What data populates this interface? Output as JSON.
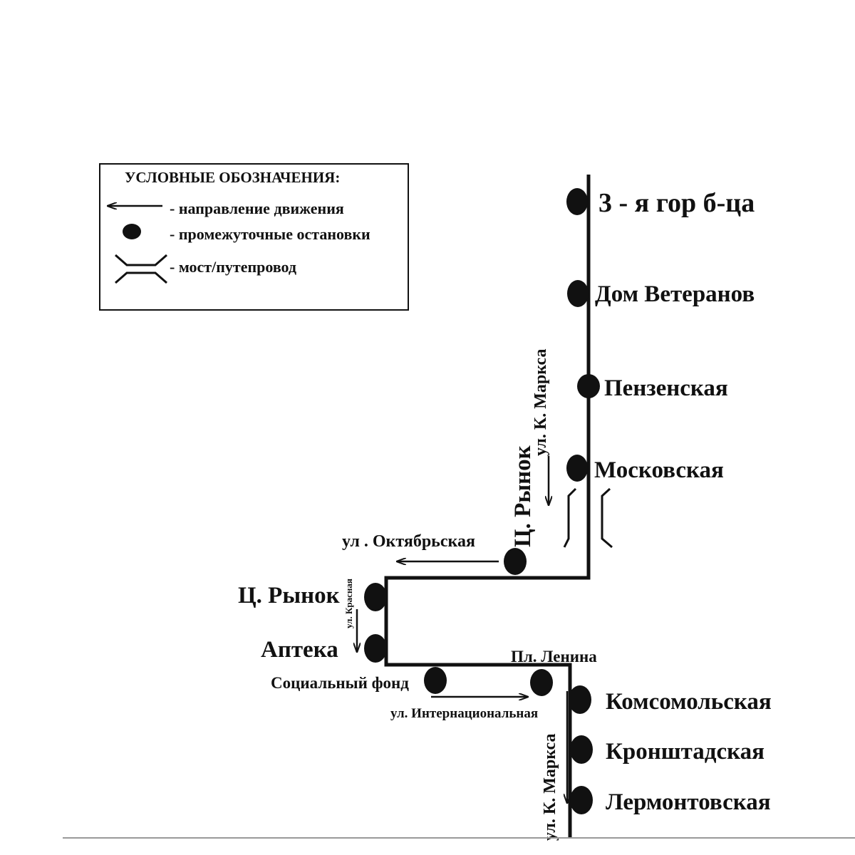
{
  "legend": {
    "title": "УСЛОВНЫЕ ОБОЗНАЧЕНИЯ:",
    "items": [
      {
        "symbol": "arrow",
        "text": "- направление движения"
      },
      {
        "symbol": "stop-dot",
        "text": "- промежуточные остановки"
      },
      {
        "symbol": "bridge",
        "text": "- мост/путепровод"
      }
    ]
  },
  "stops": [
    {
      "id": "stop-3-gor-bca",
      "name": "3 - я гор б-ца"
    },
    {
      "id": "stop-dom-veteranov",
      "name": "Дом Ветеранов"
    },
    {
      "id": "stop-penzenskaya",
      "name": "Пензенская"
    },
    {
      "id": "stop-moskovskaya",
      "name": "Московская"
    },
    {
      "id": "stop-c-rynok-top",
      "name": "Ц. Рынок"
    },
    {
      "id": "stop-c-rynok-left",
      "name": "Ц. Рынок"
    },
    {
      "id": "stop-apteka",
      "name": "Аптека"
    },
    {
      "id": "stop-socialnyj-fond",
      "name": "Социальный фонд"
    },
    {
      "id": "stop-pl-lenina",
      "name": "Пл. Ленина"
    },
    {
      "id": "stop-komsomolskaya",
      "name": "Комсомольская"
    },
    {
      "id": "stop-kronshtadskaya",
      "name": "Кронштадская"
    },
    {
      "id": "stop-lermontovskaya",
      "name": "Лермонтовская"
    }
  ],
  "streets": {
    "k_marksa_top": "ул. К. Маркса",
    "oktyabrskaya": "ул . Октябрьская",
    "krasnaya": "ул. Красная",
    "internacionalnaya": "ул. Интернациональная",
    "k_marksa_bottom": "ул. К. Маркса"
  }
}
